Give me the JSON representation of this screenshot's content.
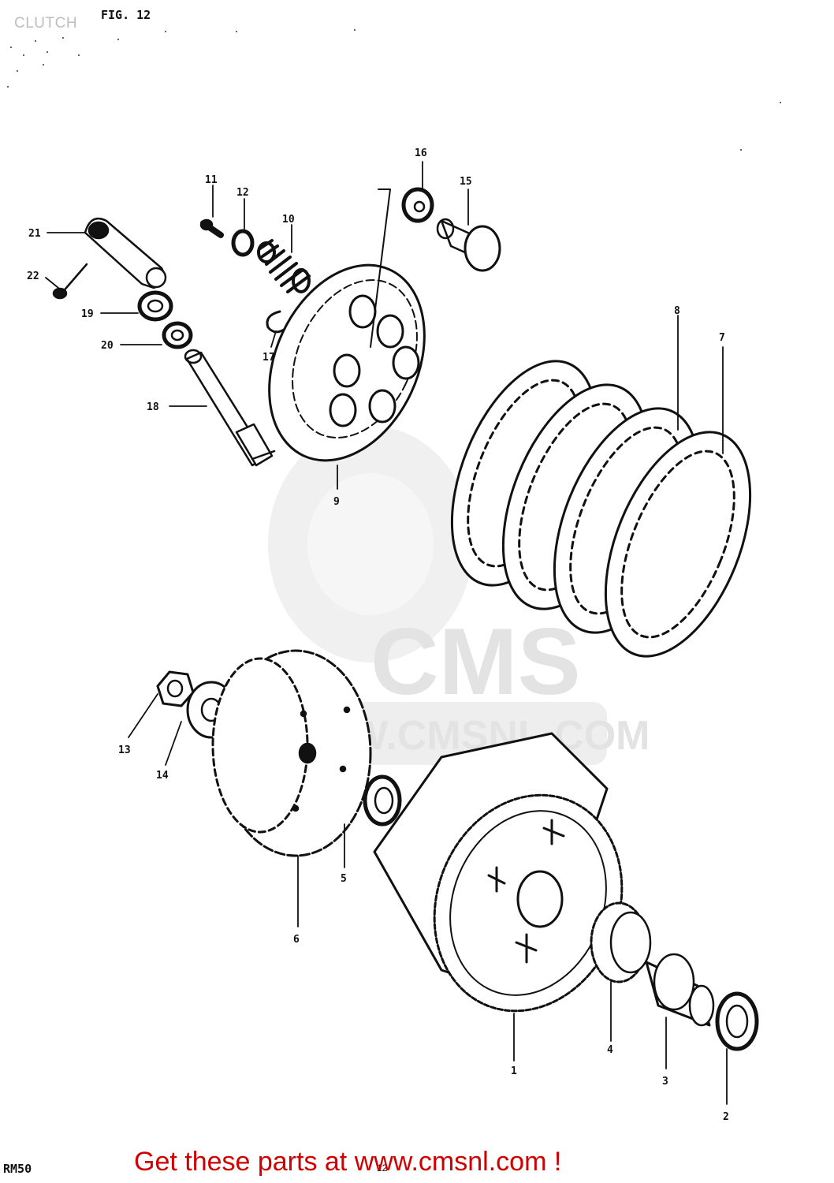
{
  "header": {
    "title": "CLUTCH",
    "figure_label": "FIG. 12"
  },
  "footer": {
    "model": "RM50",
    "page": "12",
    "cta": "Get these parts at www.cmsnl.com !"
  },
  "watermark": {
    "text_main": "CMS",
    "text_url": "WWW.CMSNL.COM",
    "color": "#e6e6e6"
  },
  "callouts": {
    "c1": "1",
    "c2": "2",
    "c3": "3",
    "c4": "4",
    "c5": "5",
    "c6": "6",
    "c7": "7",
    "c8": "8",
    "c9": "9",
    "c10": "10",
    "c11": "11",
    "c12": "12",
    "c13": "13",
    "c14": "14",
    "c15": "15",
    "c16": "16",
    "c17": "17",
    "c18": "18",
    "c19": "19",
    "c20": "20",
    "c21": "21",
    "c22": "22"
  },
  "colors": {
    "ink": "#111111",
    "cta": "#d10000",
    "header_text": "#bdbdbd"
  }
}
